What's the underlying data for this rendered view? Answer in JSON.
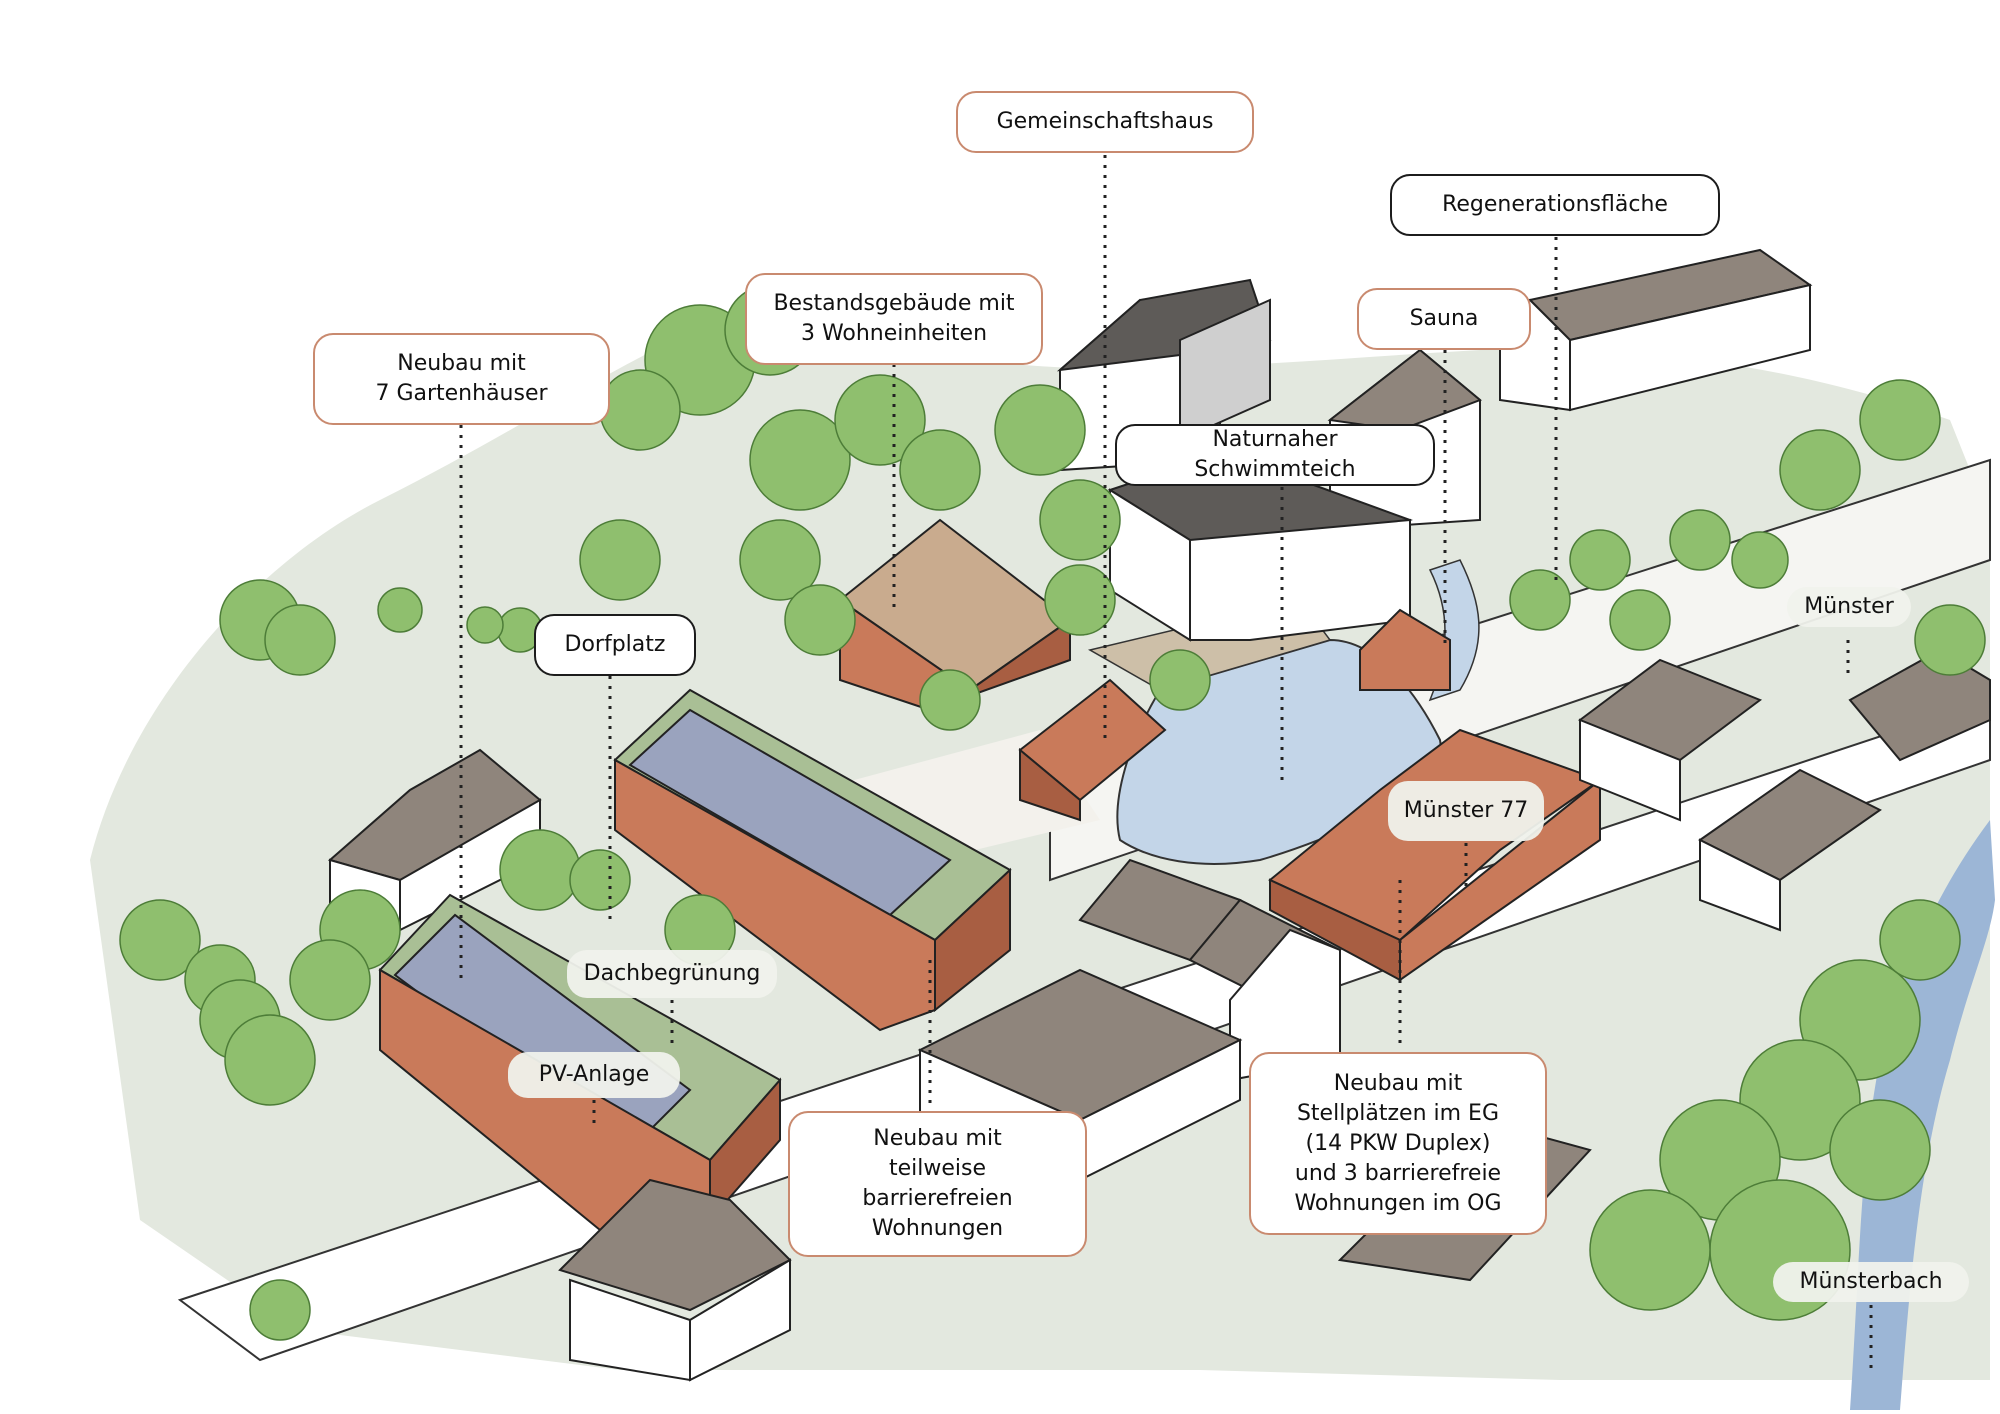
{
  "labels": {
    "gemeinschaftshaus": "Gemeinschaftshaus",
    "regenerationsflaeche": "Regenerationsfläche",
    "bestandsgebaeude": "Bestandsgebäude mit\n3 Wohneinheiten",
    "sauna": "Sauna",
    "neubau_gartenhaeuser": "Neubau mit\n7 Gartenhäuser",
    "schwimmteich": "Naturnaher Schwimmteich",
    "muenster": "Münster",
    "dorfplatz": "Dorfplatz",
    "muenster77": "Münster 77",
    "dachbegruenung": "Dachbegrünung",
    "pv_anlage": "PV-Anlage",
    "neubau_teilweise": "Neubau mit\nteilweise\nbarrierefreien\nWohnungen",
    "neubau_stellplaetze": "Neubau mit\nStellplätzen im EG\n(14 PKW Duplex)\nund 3 barrierefreie\nWohnungen im OG",
    "muensterbach": "Münsterbach"
  },
  "colors": {
    "ground": "#e3e8df",
    "tree": "#8fbf6e",
    "tree_dark": "#5f9a45",
    "roof_gray": "#8f857c",
    "roof_dark": "#5e5b58",
    "brick": "#c97a5a",
    "brick_dark": "#a85e42",
    "pv": "#9aa3be",
    "green_roof": "#a9bf95",
    "water": "#c3d5e8",
    "stream": "#9cb6d6",
    "label_border_brown": "#c98a6f",
    "label_border_black": "#1c1c1c"
  }
}
